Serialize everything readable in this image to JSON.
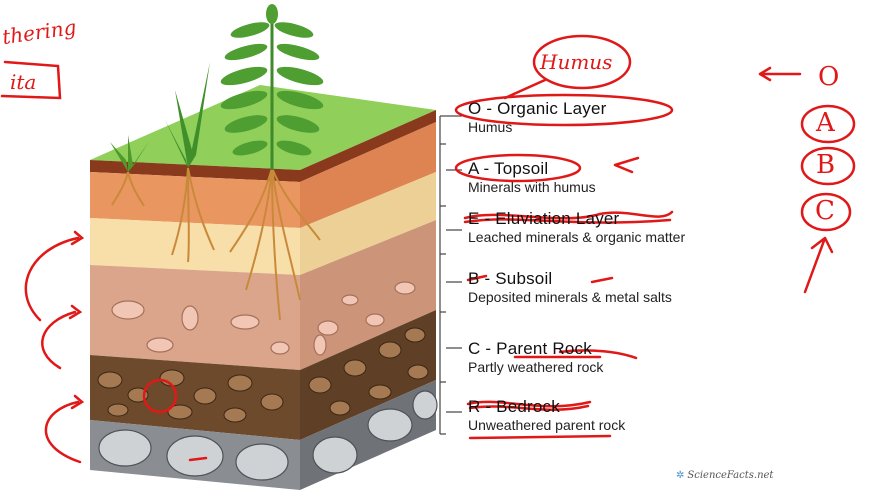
{
  "layers": [
    {
      "id": "o",
      "title": "O - Organic Layer",
      "subtitle": "Humus"
    },
    {
      "id": "a",
      "title": "A - Topsoil",
      "subtitle": "Minerals with humus"
    },
    {
      "id": "e",
      "title": "E - Eluviation Layer",
      "subtitle": "Leached minerals & organic matter"
    },
    {
      "id": "b",
      "title": "B - Subsoil",
      "subtitle": "Deposited minerals & metal salts"
    },
    {
      "id": "c",
      "title": "C - Parent Rock",
      "subtitle": "Partly weathered rock"
    },
    {
      "id": "r",
      "title": "R - Bedrock",
      "subtitle": "Unweathered parent rock"
    }
  ],
  "annotations": {
    "humus_note": "Humus",
    "top_left_word": "thering",
    "top_left_box": "ita",
    "order_letters": [
      "O",
      "A",
      "B",
      "C"
    ]
  },
  "credit": "ScienceFacts.net",
  "colors": {
    "ink": "#e01818",
    "grass": "#8fcf5a",
    "topsoil": "#e8925a",
    "eluviation": "#f6dca6",
    "subsoil": "#d9a48a",
    "parent_rock": "#7a5535",
    "bedrock": "#8a8e92"
  }
}
